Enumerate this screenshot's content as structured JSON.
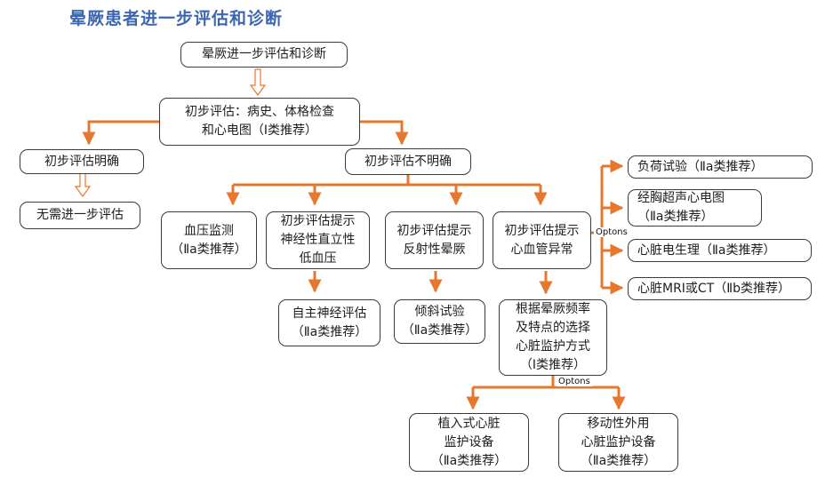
{
  "title": "晕厥患者进一步评估和诊断",
  "colors": {
    "arrow": "#e8772e",
    "title": "#3d66b0",
    "border": "#3a3a3a"
  },
  "nodes": {
    "root": "晕厥进一步评估和诊断",
    "initial": "初步评估：病史、体格检查\n和心电图（Ⅰ类推荐）",
    "clear": "初步评估明确",
    "no_further": "无需进一步评估",
    "unclear": "初步评估不明确",
    "bp_monitor": "血压监测\n（Ⅱa类推荐）",
    "orthostatic": "初步评估提示\n神经性直立性\n低血压",
    "reflex": "初步评估提示\n反射性晕厥",
    "cardio_abnormal": "初步评估提示\n心血管异常",
    "autonomic": "自主神经评估\n（Ⅱa类推荐）",
    "tilt": "倾斜试验\n（Ⅱa类推荐）",
    "monitor_choice": "根据晕厥频率\n及特点的选择\n心脏监护方式\n（Ⅰ类推荐）",
    "implantable": "植入式心脏\n监护设备\n（Ⅱa类推荐）",
    "wearable": "移动性外用\n心脏监护设备\n（Ⅱa类推荐）",
    "stress_test": "负荷试验（Ⅱa类推荐）",
    "echo": "经胸超声心电图\n（Ⅱa类推荐）",
    "ep_study": "心脏电生理（Ⅱa类推荐）",
    "mri_ct": "心脏MRI或CT（Ⅱb类推荐）"
  },
  "options_label_1": "Optons",
  "options_label_2": "Optons"
}
